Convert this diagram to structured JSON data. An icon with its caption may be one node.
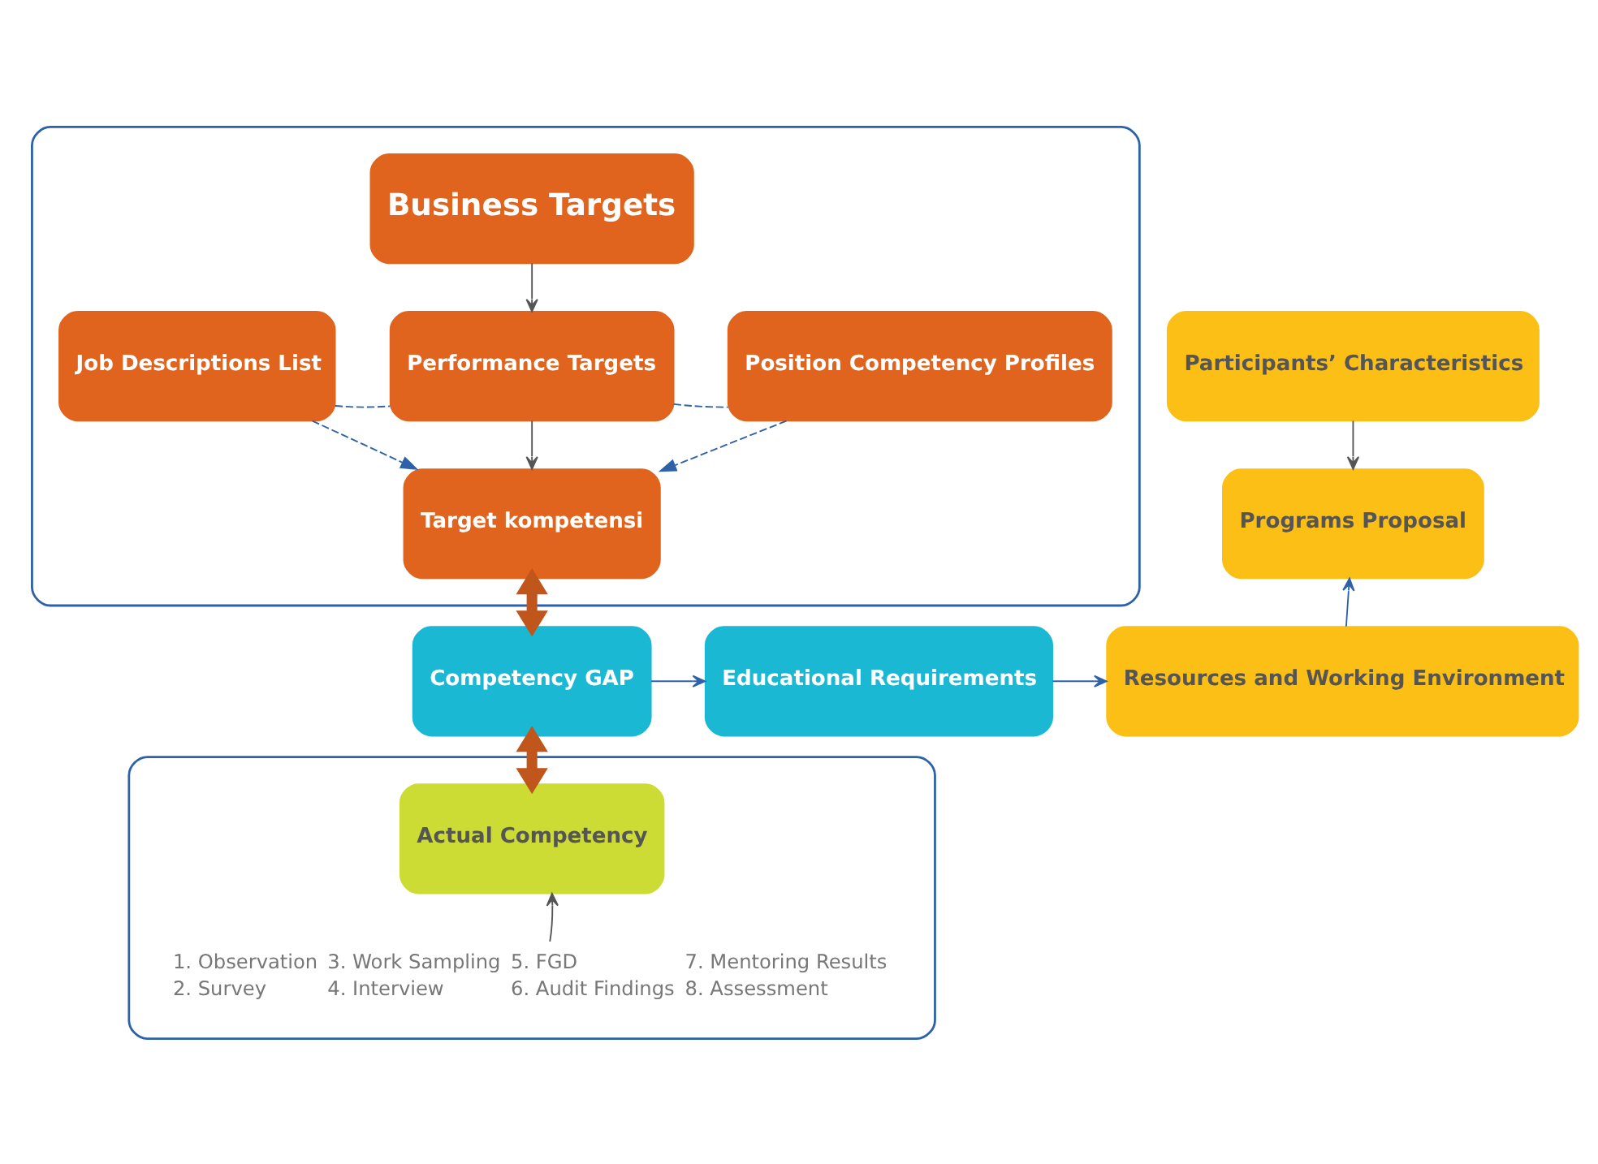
{
  "diagram": {
    "nodes": [
      {
        "text": [],
        "shape": "box"
      },
      {
        "text": [
          "Business Targets"
        ],
        "in": 0
      },
      {
        "text": [
          "Job Descriptions List"
        ],
        "in": 0
      },
      {
        "text": [
          "Performance Targets"
        ],
        "in": 0
      },
      {
        "text": [
          "Position Competency Profiles"
        ],
        "in": 0
      },
      {
        "text": [
          "Target kompetensi"
        ],
        "in": 0
      },
      {
        "text": [
          "Participants’ Characteristics"
        ]
      },
      {
        "text": [
          "Programs Proposal"
        ]
      },
      {
        "text": [
          "Competency GAP"
        ]
      },
      {
        "text": [
          "Educational Requirements"
        ]
      },
      {
        "text": [
          "Resources and Working Environment"
        ]
      },
      {
        "text": [],
        "shape": "box"
      },
      {
        "text": [
          "Actual Competency"
        ],
        "in": 11
      },
      {
        "text": [
          "1. Observation",
          "2. Survey",
          "3. Work Sampling",
          "4. Interview",
          "5. FGD",
          "6. Audit Findings",
          "7. Mentoring Results",
          "8. Assessment"
        ],
        "in": 11
      }
    ],
    "edges": [
      {
        "from": 1,
        "to": 3,
        "arrow": "to",
        "color": "#555555"
      },
      {
        "from": 2,
        "to": 3,
        "arrow": "none",
        "style": "dashed"
      },
      {
        "from": 3,
        "to": 4,
        "arrow": "none",
        "style": "dashed"
      },
      {
        "from": 3,
        "to": 5,
        "arrow": "to",
        "color": "#555555"
      },
      {
        "from": 2,
        "to": 5,
        "arrow": "to",
        "style": "dashed"
      },
      {
        "from": 4,
        "to": 5,
        "arrow": "to",
        "style": "dashed"
      },
      {
        "from": 5,
        "to": 8,
        "arrow": "both",
        "style": "thick",
        "color": "#c0561c"
      },
      {
        "from": 8,
        "to": 12,
        "arrow": "both",
        "style": "thick",
        "color": "#c0561c"
      },
      {
        "from": 8,
        "to": 9,
        "arrow": "to"
      },
      {
        "from": 9,
        "to": 10,
        "arrow": "to"
      },
      {
        "from": 10,
        "to": 7,
        "arrow": "to"
      },
      {
        "from": 6,
        "to": 7,
        "arrow": "to",
        "color": "#555555"
      },
      {
        "from": 13,
        "to": 12,
        "arrow": "to",
        "color": "#555555"
      }
    ]
  }
}
